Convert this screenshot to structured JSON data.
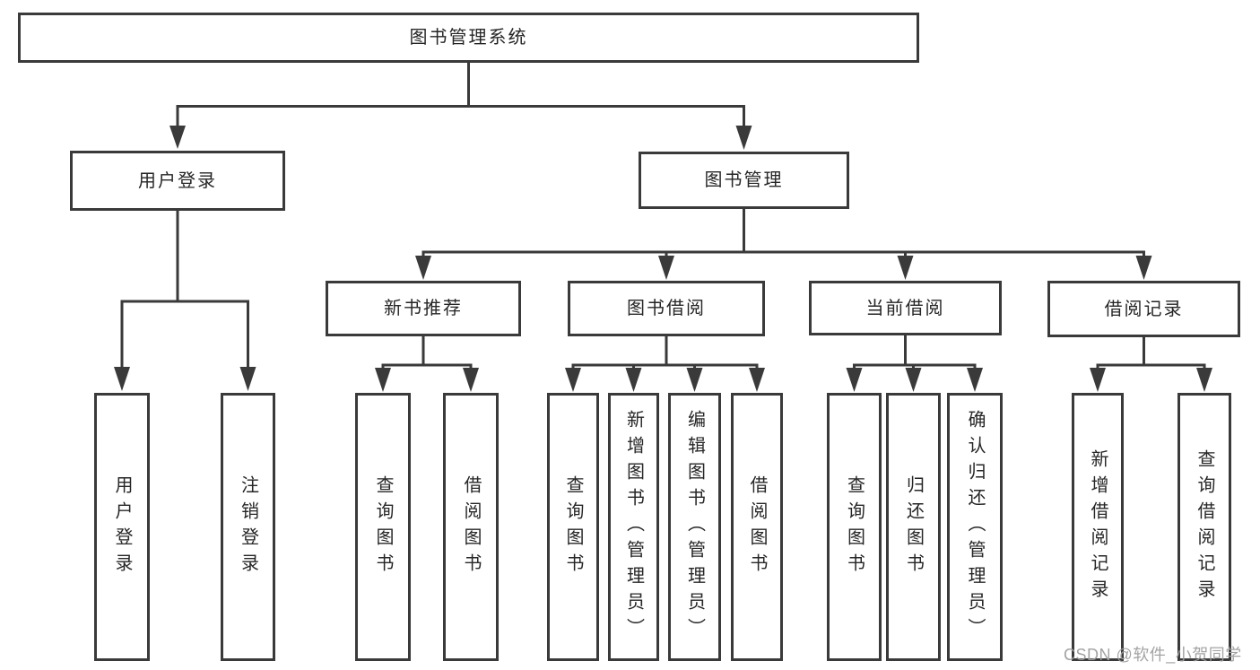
{
  "diagram": {
    "root": {
      "label": "图书管理系统"
    },
    "level2": [
      {
        "label": "用户登录"
      },
      {
        "label": "图书管理"
      }
    ],
    "level3": [
      {
        "label": "新书推荐"
      },
      {
        "label": "图书借阅"
      },
      {
        "label": "当前借阅"
      },
      {
        "label": "借阅记录"
      }
    ],
    "leaves": [
      {
        "label": "用户登录"
      },
      {
        "label": "注销登录"
      },
      {
        "label": "查询图书"
      },
      {
        "label": "借阅图书"
      },
      {
        "label": "查询图书"
      },
      {
        "label": "新增图书（管理员）"
      },
      {
        "label": "编辑图书（管理员）"
      },
      {
        "label": "借阅图书"
      },
      {
        "label": "查询图书"
      },
      {
        "label": "归还图书"
      },
      {
        "label": "确认归还（管理员）"
      },
      {
        "label": "新增借阅记录"
      },
      {
        "label": "查询借阅记录"
      }
    ]
  },
  "watermark": {
    "text": "CSDN @软件_小贺同学"
  },
  "colors": {
    "line": "#3a3a3a",
    "box_border": "#3a3a3a",
    "text": "#262626",
    "background": "#ffffff",
    "watermark": "#9e9e9e"
  }
}
